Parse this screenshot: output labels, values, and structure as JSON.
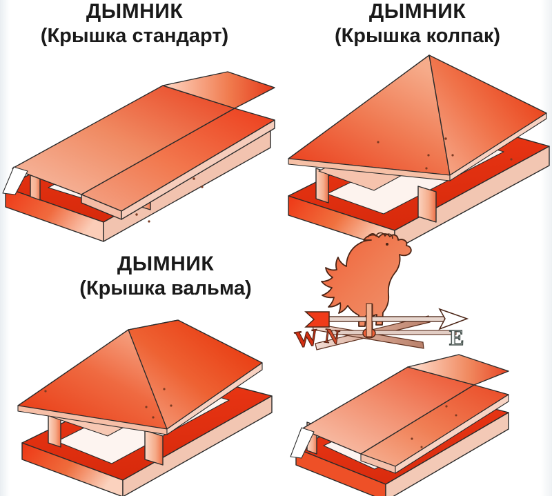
{
  "page": {
    "background": "#ffffff",
    "text_color": "#1a1a1a",
    "accent_red": "#ee2d16",
    "accent_red_light": "#f5997a",
    "accent_red_mid": "#f05a32",
    "outline": "#2b2b2b"
  },
  "figures": [
    {
      "id": "standard",
      "title": "ДЫМНИК",
      "subtitle": "(Крышка стандарт)",
      "cap_type": "gable",
      "description": "chimney-cap-standard-gable"
    },
    {
      "id": "kolpak",
      "title": "ДЫМНИК",
      "subtitle": "(Крышка колпак)",
      "cap_type": "pyramid",
      "description": "chimney-cap-pyramid-hood"
    },
    {
      "id": "valma",
      "title": "ДЫМНИК",
      "subtitle": "(Крышка вальма)",
      "cap_type": "hip",
      "description": "chimney-cap-hip-roof"
    },
    {
      "id": "weathervane",
      "title": "",
      "subtitle": "",
      "cap_type": "gable-with-weathervane",
      "description": "chimney-cap-with-rooster-weathervane"
    }
  ],
  "weathervane": {
    "figure_name": "rooster-weathervane",
    "compass": {
      "west": "W",
      "north": "N",
      "east": "E"
    }
  }
}
